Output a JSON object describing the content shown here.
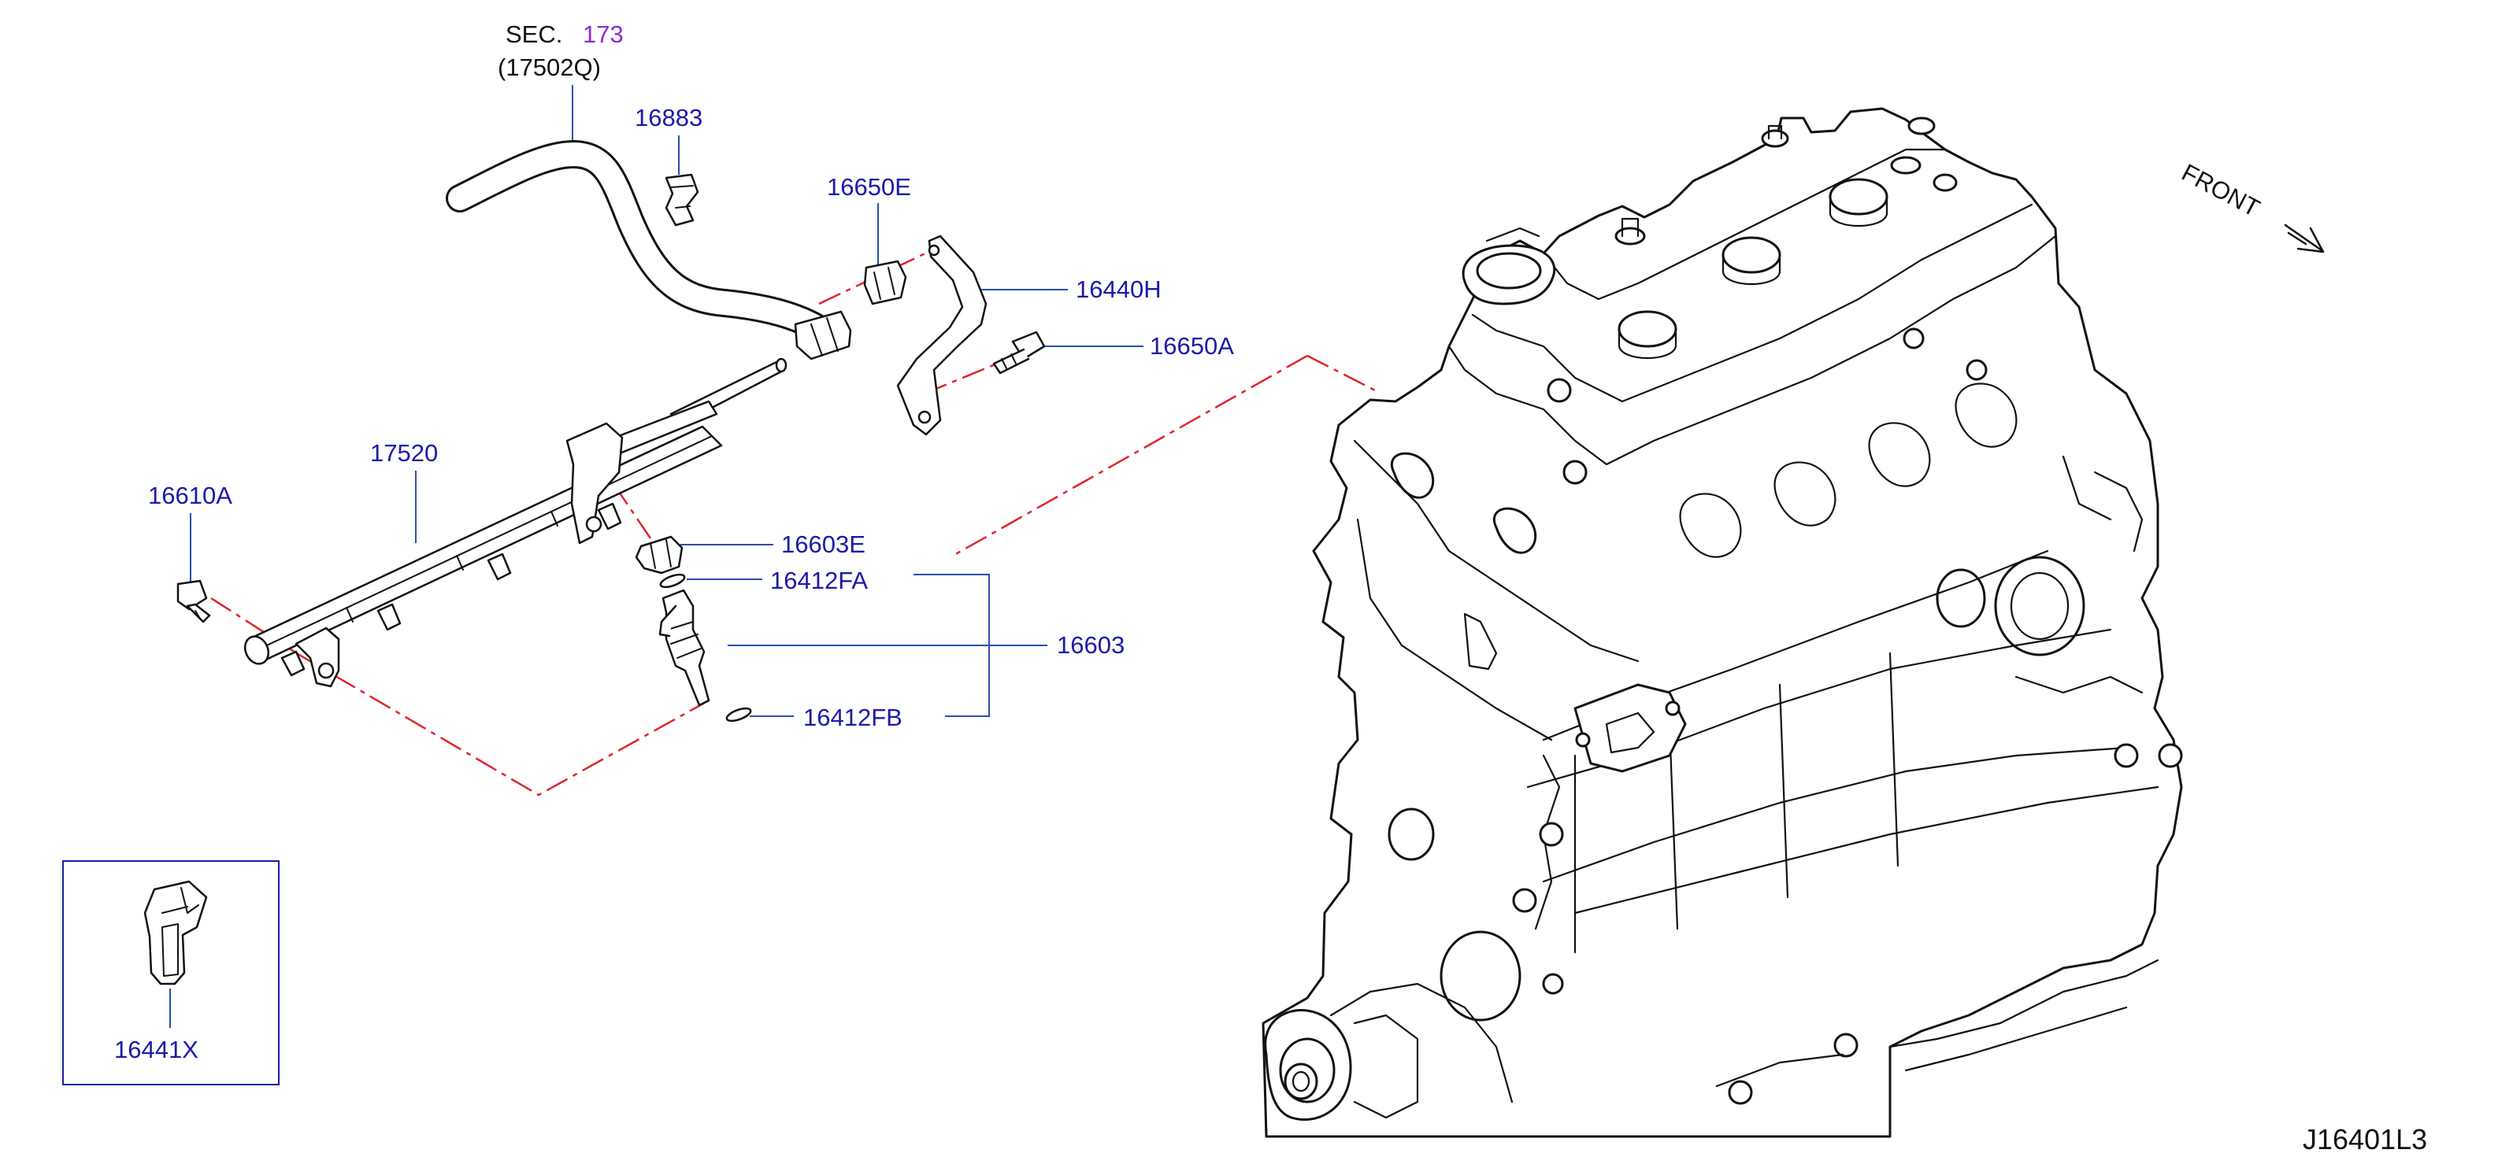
{
  "colors": {
    "label": "#1a1aa8",
    "leader": "#2a4fb0",
    "section_ref": "#8a2bd6",
    "dash": "#e0242b",
    "line": "#111111"
  },
  "section": {
    "prefix": "SEC.",
    "number": "173",
    "ref": "(17502Q)"
  },
  "parts": {
    "p16883": "16883",
    "p16650E": "16650E",
    "p16440H": "16440H",
    "p16650A": "16650A",
    "p17520": "17520",
    "p16610A": "16610A",
    "p16603E": "16603E",
    "p16412FA": "16412FA",
    "p16603": "16603",
    "p16412FB": "16412FB",
    "p16441X": "16441X"
  },
  "direction": {
    "label": "FRONT",
    "icon": "front-arrow-icon"
  },
  "diagram_code": "J16401L3"
}
